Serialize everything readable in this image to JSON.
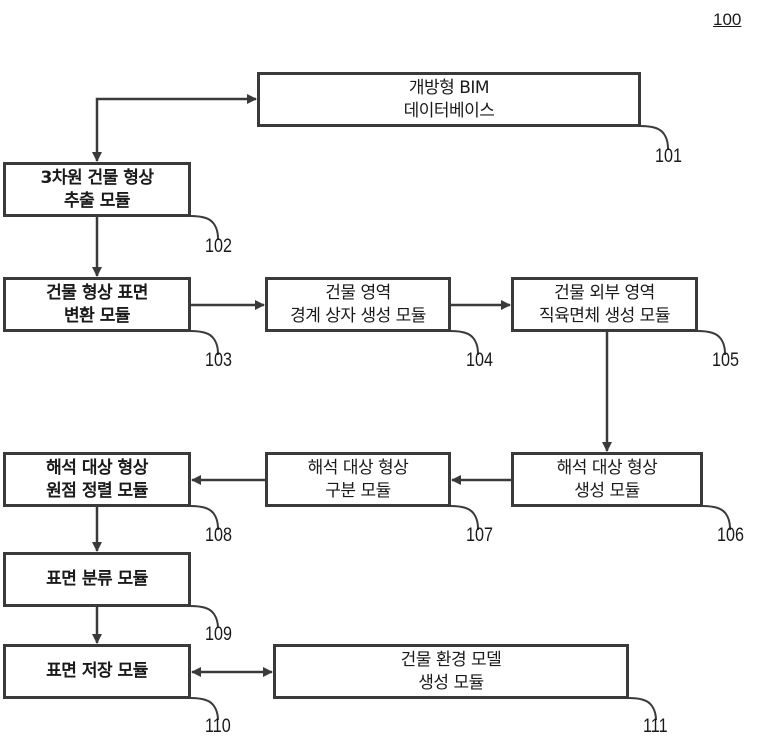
{
  "figure_label": "100",
  "modules": {
    "m101": {
      "ref": "101",
      "lines": [
        "개방형 BIM",
        "데이터베이스"
      ]
    },
    "m102": {
      "ref": "102",
      "lines": [
        "3차원 건물 형상",
        "추출 모듈"
      ]
    },
    "m103": {
      "ref": "103",
      "lines": [
        "건물 형상 표면",
        "변환 모듈"
      ]
    },
    "m104": {
      "ref": "104",
      "lines": [
        "건물 영역",
        "경계 상자 생성 모듈"
      ]
    },
    "m105": {
      "ref": "105",
      "lines": [
        "건물 외부 영역",
        "직육면체 생성 모듈"
      ]
    },
    "m106": {
      "ref": "106",
      "lines": [
        "해석 대상 형상",
        "생성 모듈"
      ]
    },
    "m107": {
      "ref": "107",
      "lines": [
        "해석 대상 형상",
        "구분 모듈"
      ]
    },
    "m108": {
      "ref": "108",
      "lines": [
        "해석 대상 형상",
        "원점 정렬 모듈"
      ]
    },
    "m109": {
      "ref": "109",
      "lines": [
        "표면 분류 모듈"
      ]
    },
    "m110": {
      "ref": "110",
      "lines": [
        "표면 저장 모듈"
      ]
    },
    "m111": {
      "ref": "111",
      "lines": [
        "건물 환경 모델",
        "생성 모듈"
      ]
    }
  },
  "connections": [
    {
      "from": "101",
      "to": "102",
      "direction": "bidirectional"
    },
    {
      "from": "102",
      "to": "103",
      "direction": "forward"
    },
    {
      "from": "103",
      "to": "104",
      "direction": "forward"
    },
    {
      "from": "104",
      "to": "105",
      "direction": "forward"
    },
    {
      "from": "105",
      "to": "106",
      "direction": "forward"
    },
    {
      "from": "106",
      "to": "107",
      "direction": "forward"
    },
    {
      "from": "107",
      "to": "108",
      "direction": "forward"
    },
    {
      "from": "108",
      "to": "109",
      "direction": "forward"
    },
    {
      "from": "109",
      "to": "110",
      "direction": "forward"
    },
    {
      "from": "110",
      "to": "111",
      "direction": "bidirectional"
    }
  ]
}
